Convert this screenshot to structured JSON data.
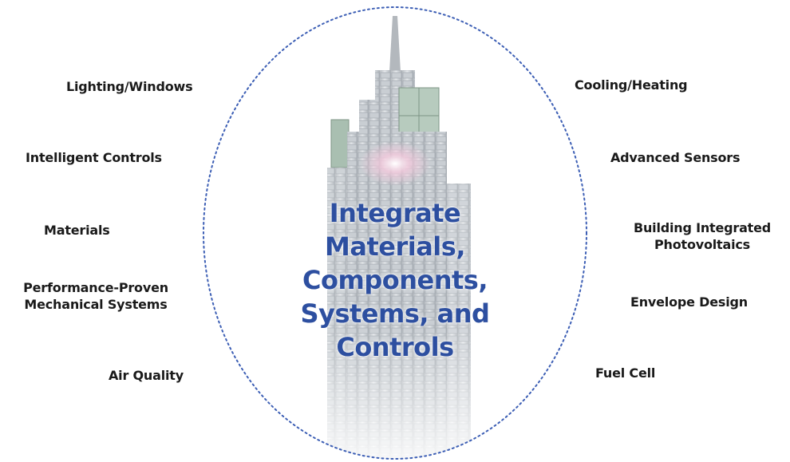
{
  "colors": {
    "accent": "#2d4fa0",
    "ellipse_stroke": "#3d5fb5",
    "label_text": "#1a1a1a"
  },
  "center": {
    "lines": [
      "Integrate",
      "Materials,",
      "Components,",
      "Systems, and",
      "Controls"
    ]
  },
  "left_labels": [
    "Lighting/Windows",
    "Intelligent Controls",
    "Materials",
    "Performance-Proven",
    "Mechanical Systems",
    "Air Quality"
  ],
  "right_labels": [
    "Cooling/Heating",
    "Advanced Sensors",
    "Building Integrated",
    "Photovoltaics",
    "Envelope Design",
    "Fuel Cell"
  ]
}
